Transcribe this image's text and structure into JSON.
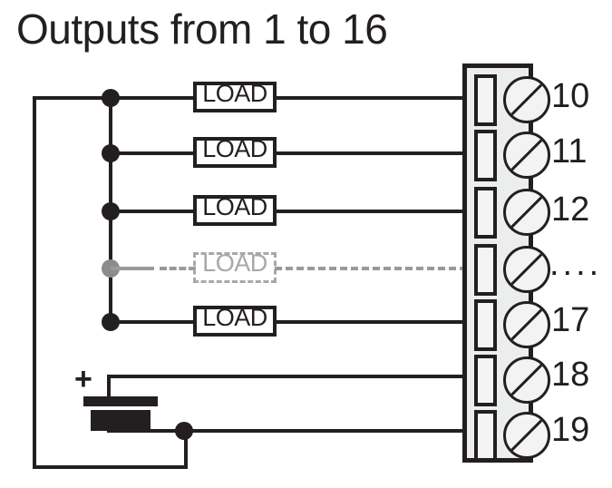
{
  "title": "Outputs from 1 to 16",
  "diagram": {
    "kind": "wiring-diagram",
    "colors": {
      "ink": "#231f20",
      "ghost": "#a8a8a8",
      "block_fill": "#eceded",
      "clamp_fill": "#f4f4f4"
    },
    "load_label": "LOAD",
    "battery": {
      "plus_label": "+"
    },
    "terminal_block": {
      "terminal_count": 7,
      "terminals": [
        {
          "number": "10",
          "row": "load",
          "state": "active"
        },
        {
          "number": "11",
          "row": "load",
          "state": "active"
        },
        {
          "number": "12",
          "row": "load",
          "state": "active"
        },
        {
          "number": "....",
          "row": "load",
          "state": "ghost"
        },
        {
          "number": "17",
          "row": "load",
          "state": "active"
        },
        {
          "number": "18",
          "row": "supply-+",
          "state": "active"
        },
        {
          "number": "19",
          "row": "supply--",
          "state": "active"
        }
      ]
    },
    "loads": [
      {
        "label": "LOAD",
        "state": "active"
      },
      {
        "label": "LOAD",
        "state": "active"
      },
      {
        "label": "LOAD",
        "state": "active"
      },
      {
        "label": "LOAD",
        "state": "ghost"
      },
      {
        "label": "LOAD",
        "state": "active"
      }
    ]
  }
}
